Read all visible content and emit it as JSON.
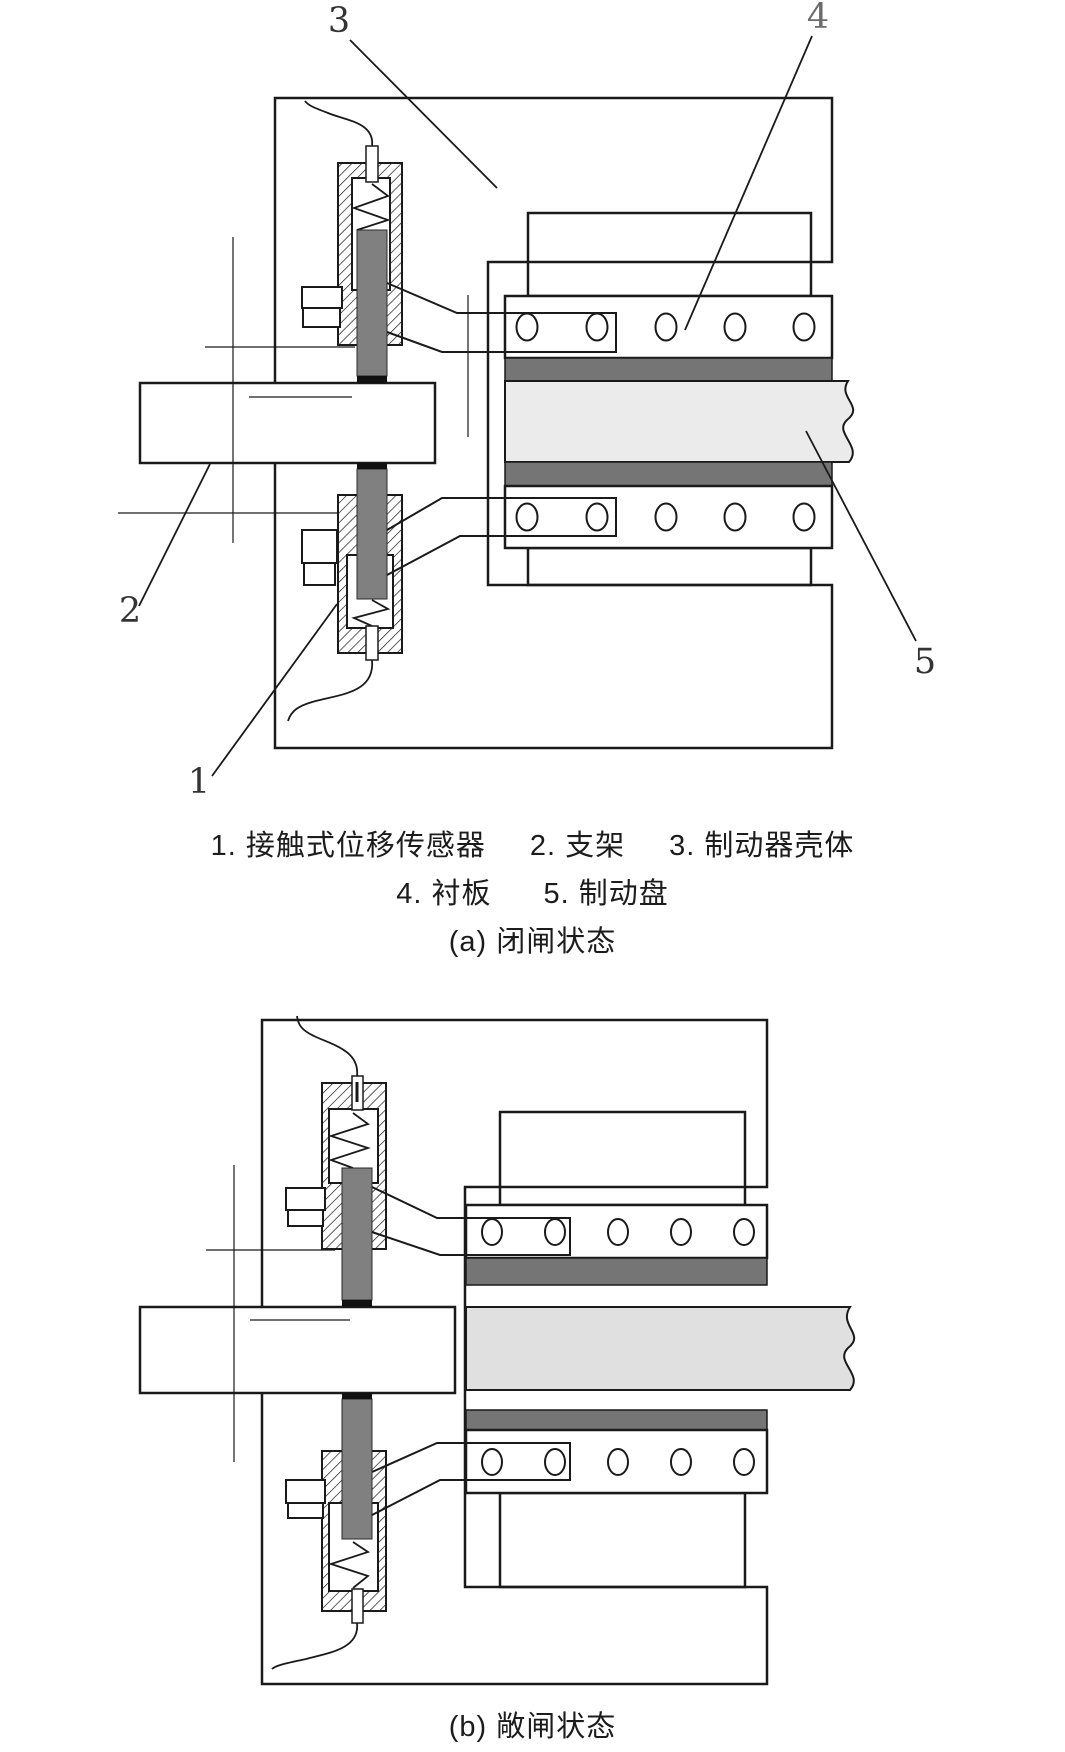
{
  "figure_a": {
    "caption": "(a) 闭闸状态",
    "part_labels": {
      "p1": "1",
      "p2": "2",
      "p3": "3",
      "p4": "4",
      "p5": "5"
    }
  },
  "figure_b": {
    "caption": "(b) 敞闸状态"
  },
  "legend": {
    "row1": [
      "1. 接触式位移传感器",
      "2. 支架",
      "3. 制动器壳体"
    ],
    "row2": [
      "4. 衬板",
      "5. 制动盘"
    ]
  },
  "colors": {
    "line": "#1a1a1a",
    "sensor_rod": "#808080",
    "friction_strip": "#757575",
    "brake_disc": "#ebebeb",
    "background": "#ffffff"
  }
}
